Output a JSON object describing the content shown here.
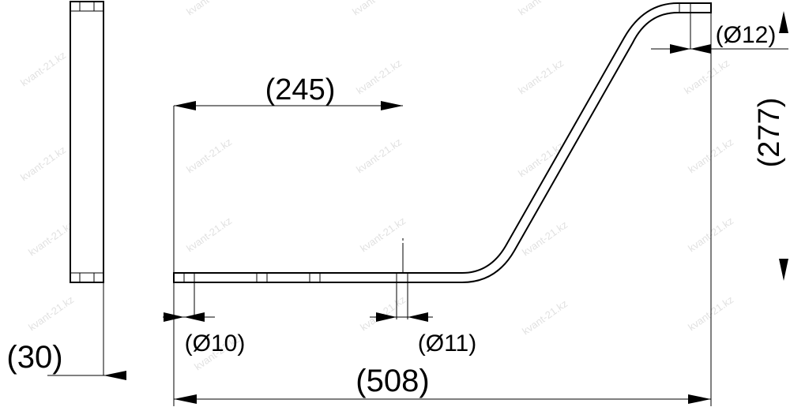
{
  "drawing": {
    "watermark": "kvant-21.kz",
    "dimensions": {
      "d245": "(245)",
      "d277": "(277)",
      "d30": "(30)",
      "d508": "(508)",
      "phi10": "(Ø10)",
      "phi11": "(Ø11)",
      "phi12": "(Ø12)"
    }
  }
}
